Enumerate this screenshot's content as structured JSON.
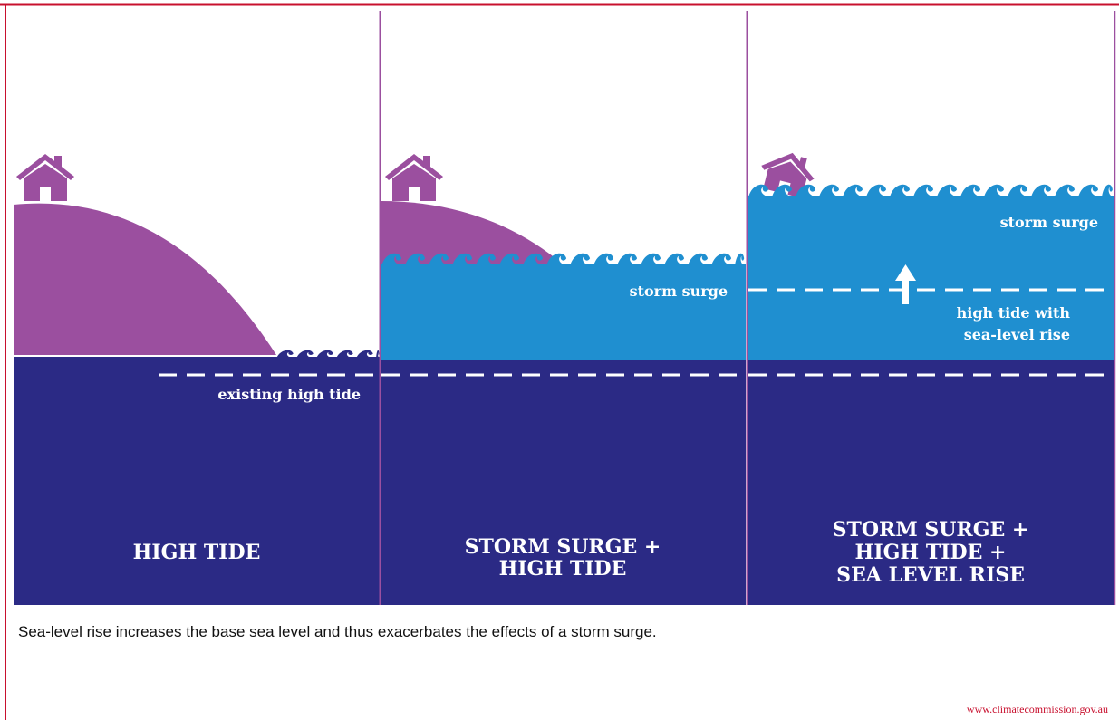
{
  "panels": [
    {
      "title_lines": [
        "HIGH TIDE"
      ],
      "labels": [
        "existing high tide"
      ]
    },
    {
      "title_lines": [
        "STORM SURGE +",
        "HIGH TIDE"
      ],
      "labels": [
        "storm surge"
      ]
    },
    {
      "title_lines": [
        "STORM SURGE +",
        "HIGH TIDE +",
        "SEA LEVEL RISE"
      ],
      "labels": [
        "storm surge",
        "high tide with",
        "sea-level rise"
      ]
    }
  ],
  "caption": "Sea-level rise increases the base sea level and thus exacerbates the effects of a storm surge.",
  "credit": "www.climatecommission.gov.au",
  "colors": {
    "deep_sea": "#2b2a85",
    "surge_water": "#1f8fd0",
    "hill": "#9b4f9f",
    "house": "#9b4f9f",
    "dashed_line": "#ffffff",
    "border_red": "#c8102e",
    "panel_divider": "#9b4f9f"
  },
  "icons": [
    "house-icon",
    "tilted-house-icon",
    "up-arrow-icon"
  ]
}
